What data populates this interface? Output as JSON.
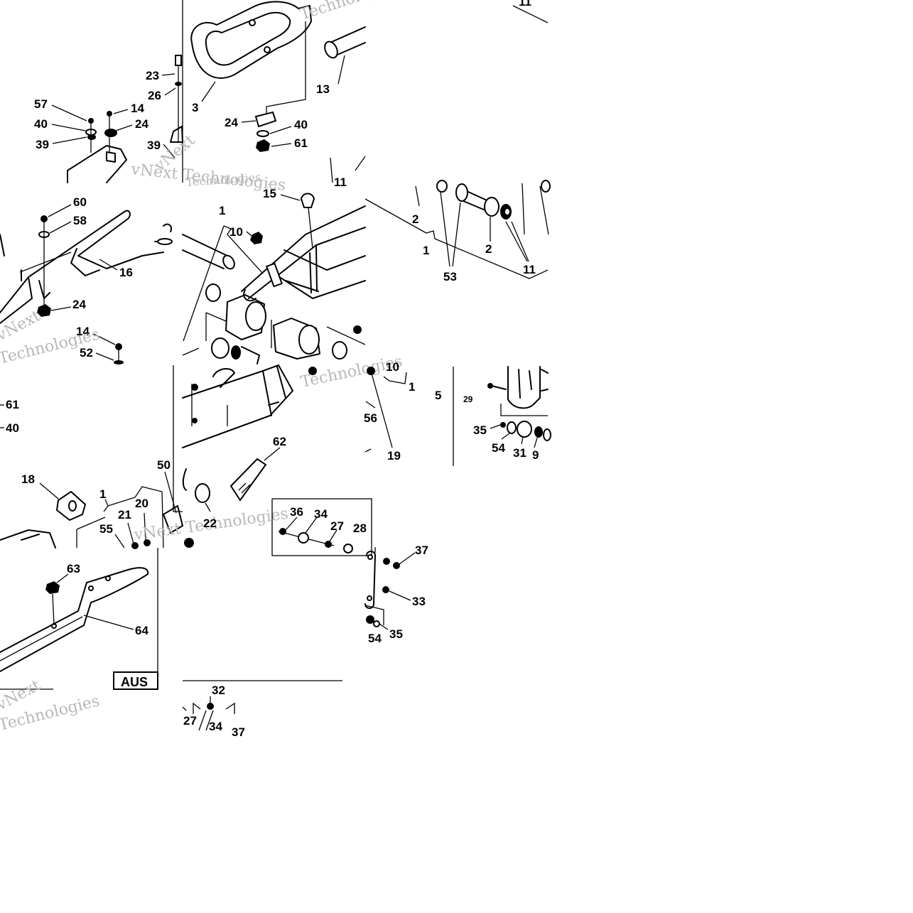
{
  "callouts": {
    "c01": "57",
    "c02": "40",
    "c03": "39",
    "c04": "14",
    "c05": "24",
    "c06": "23",
    "c07": "26",
    "c08": "39",
    "c09": "3",
    "c10": "13",
    "c11": "24",
    "c12": "40",
    "c13": "61",
    "c14": "11",
    "c15": "11",
    "c16": "60",
    "c17": "58",
    "c18": "16",
    "c19": "24",
    "c20": "14",
    "c21": "52",
    "c22": "15",
    "c23": "1",
    "c24": "10",
    "c25": "2",
    "c26": "1",
    "c27": "2",
    "c28": "53",
    "c29": "11",
    "c30": "61",
    "c31": "40",
    "c32": "18",
    "c33": "1",
    "c34": "21",
    "c35": "20",
    "c36": "55",
    "c37": "50",
    "c38": "62",
    "c39": "22",
    "c40": "36",
    "c41": "34",
    "c42": "27",
    "c43": "28",
    "c44": "10",
    "c45": "1",
    "c46": "56",
    "c47": "19",
    "c48": "5",
    "c49": "29",
    "c50": "35",
    "c51": "54",
    "c52": "31",
    "c53": "9",
    "c54": "63",
    "c55": "64",
    "c56": "37",
    "c57": "33",
    "c58": "54",
    "c59": "35",
    "c60": "32",
    "c61": "27",
    "c62": "34",
    "c63": "37"
  },
  "badge": {
    "region": "AUS"
  },
  "watermarks": {
    "w1": "Technologies",
    "w2": "vNext Technologies",
    "w3": "vNext",
    "w4": "Technologies",
    "w5": "vNext",
    "w6": "Technologies",
    "w7": "Technologies",
    "w8": "vNext Technologies",
    "w9": "vNext",
    "w10": "Technologies"
  }
}
